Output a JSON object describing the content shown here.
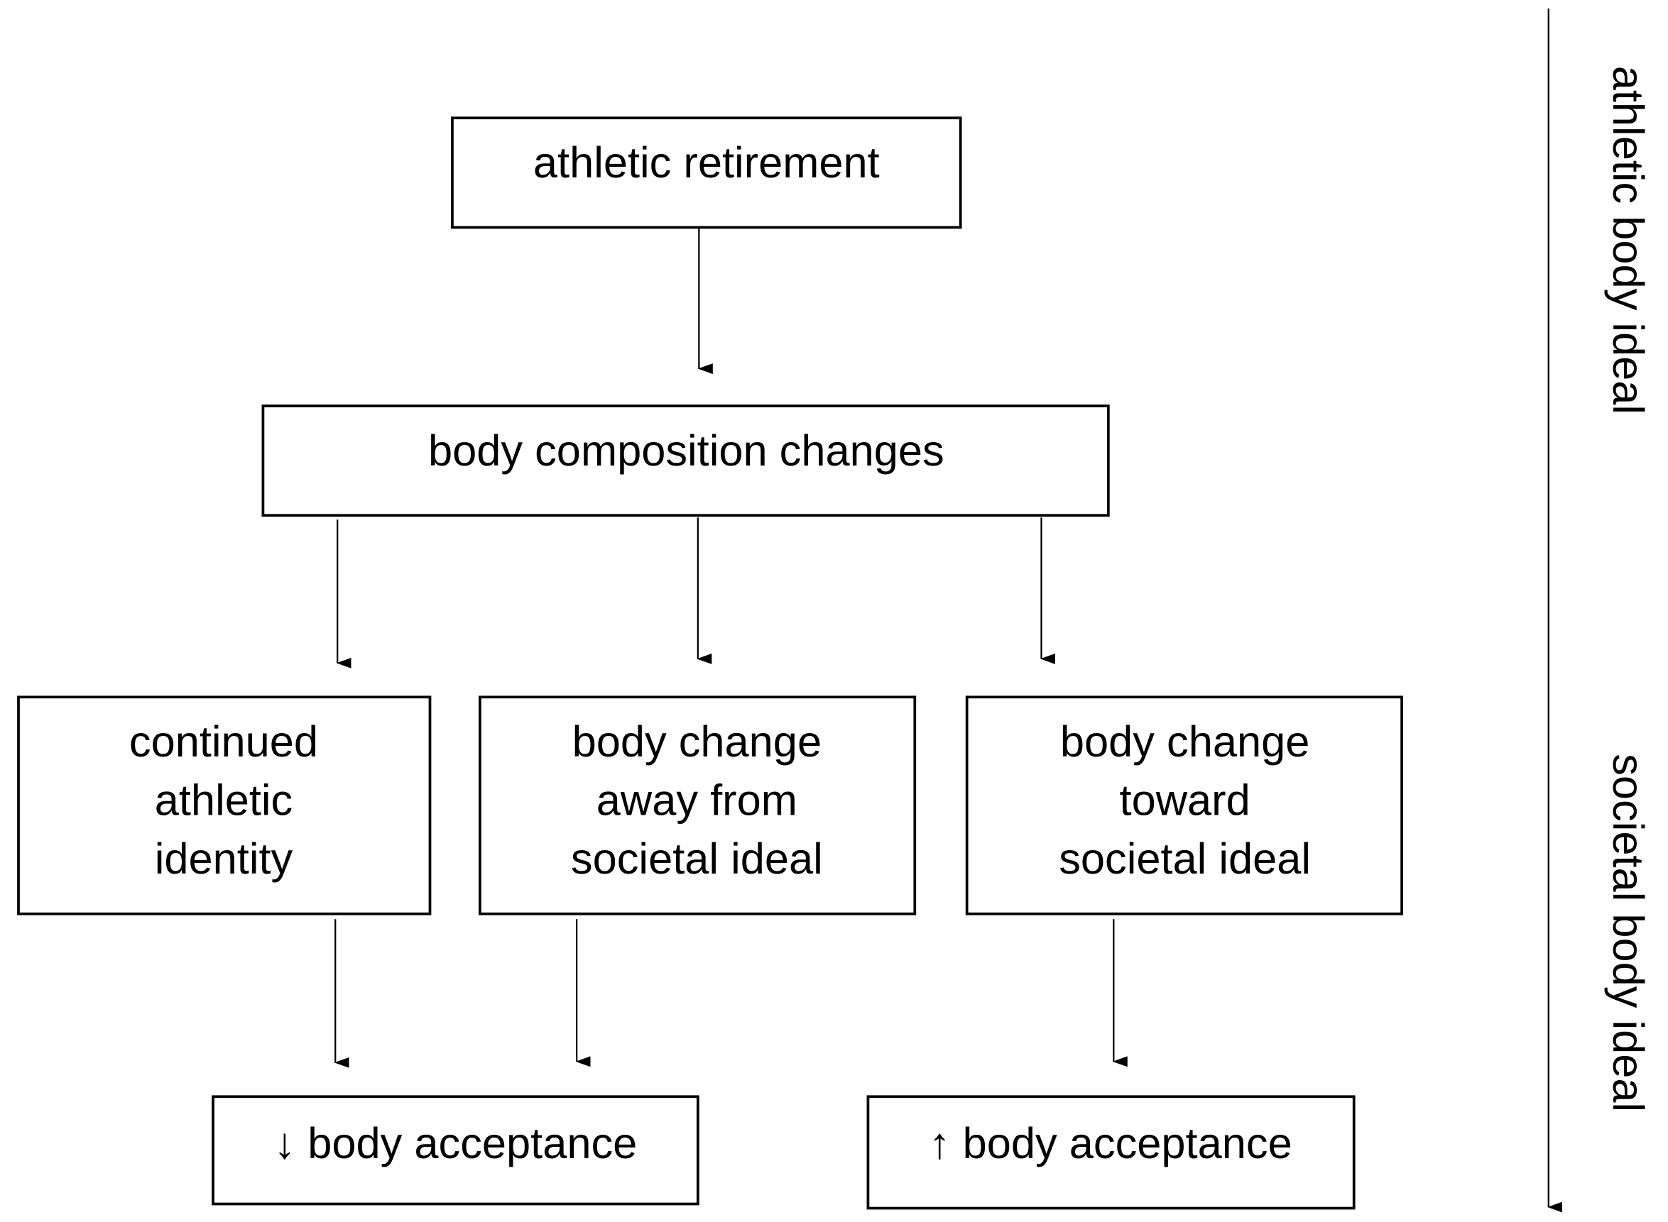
{
  "nodes": {
    "retirement": {
      "lines": [
        "athletic retirement"
      ]
    },
    "composition": {
      "lines": [
        "body composition changes"
      ]
    },
    "identity": {
      "lines": [
        "continued",
        "athletic",
        "identity"
      ]
    },
    "away": {
      "lines": [
        "body change",
        "away from",
        "societal ideal"
      ]
    },
    "toward": {
      "lines": [
        "body change",
        "toward",
        "societal ideal"
      ]
    },
    "decrease": {
      "lines": [
        "↓ body acceptance"
      ]
    },
    "increase": {
      "lines": [
        "↑ body acceptance"
      ]
    }
  },
  "axis": {
    "top_label": "athletic body ideal",
    "bottom_label": "societal body ideal"
  },
  "edges": [
    [
      "retirement",
      "composition"
    ],
    [
      "composition",
      "identity"
    ],
    [
      "composition",
      "away"
    ],
    [
      "composition",
      "toward"
    ],
    [
      "identity",
      "decrease"
    ],
    [
      "away",
      "decrease"
    ],
    [
      "toward",
      "increase"
    ]
  ]
}
